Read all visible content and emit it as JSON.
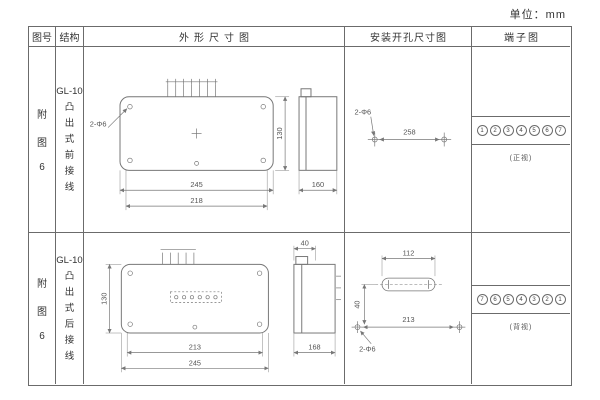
{
  "page": {
    "unit": "单位：mm"
  },
  "table": {
    "headers": [
      "图号",
      "结构",
      "外形尺寸图",
      "安装开孔尺寸图",
      "端子图"
    ],
    "rows": [
      {
        "fig_lines": [
          "附",
          "图",
          "6"
        ],
        "structure_lines": [
          "GL-10",
          "凸",
          "出",
          "式",
          "前",
          "接",
          "线"
        ],
        "outline": {
          "w1": "245",
          "w2": "218",
          "h": "130",
          "side": "160",
          "hole": "2-Φ6"
        },
        "install": {
          "span": "258",
          "hole": "2-Φ6"
        },
        "terminal": {
          "pins": [
            "1",
            "2",
            "3",
            "4",
            "5",
            "6",
            "7"
          ],
          "view": "(正视)"
        }
      },
      {
        "fig_lines": [
          "附",
          "图",
          "6"
        ],
        "structure_lines": [
          "GL-10",
          "凸",
          "出",
          "式",
          "后",
          "接",
          "线"
        ],
        "outline": {
          "w1": "213",
          "w2": "245",
          "h": "130",
          "side": "168",
          "top": "40",
          "hole": "2-Φ6"
        },
        "install": {
          "top": "112",
          "left": "40",
          "bottom": "213",
          "hole": "2-Φ6"
        },
        "terminal": {
          "pins": [
            "7",
            "6",
            "5",
            "4",
            "3",
            "2",
            "1"
          ],
          "view": "(背视)"
        }
      }
    ]
  }
}
